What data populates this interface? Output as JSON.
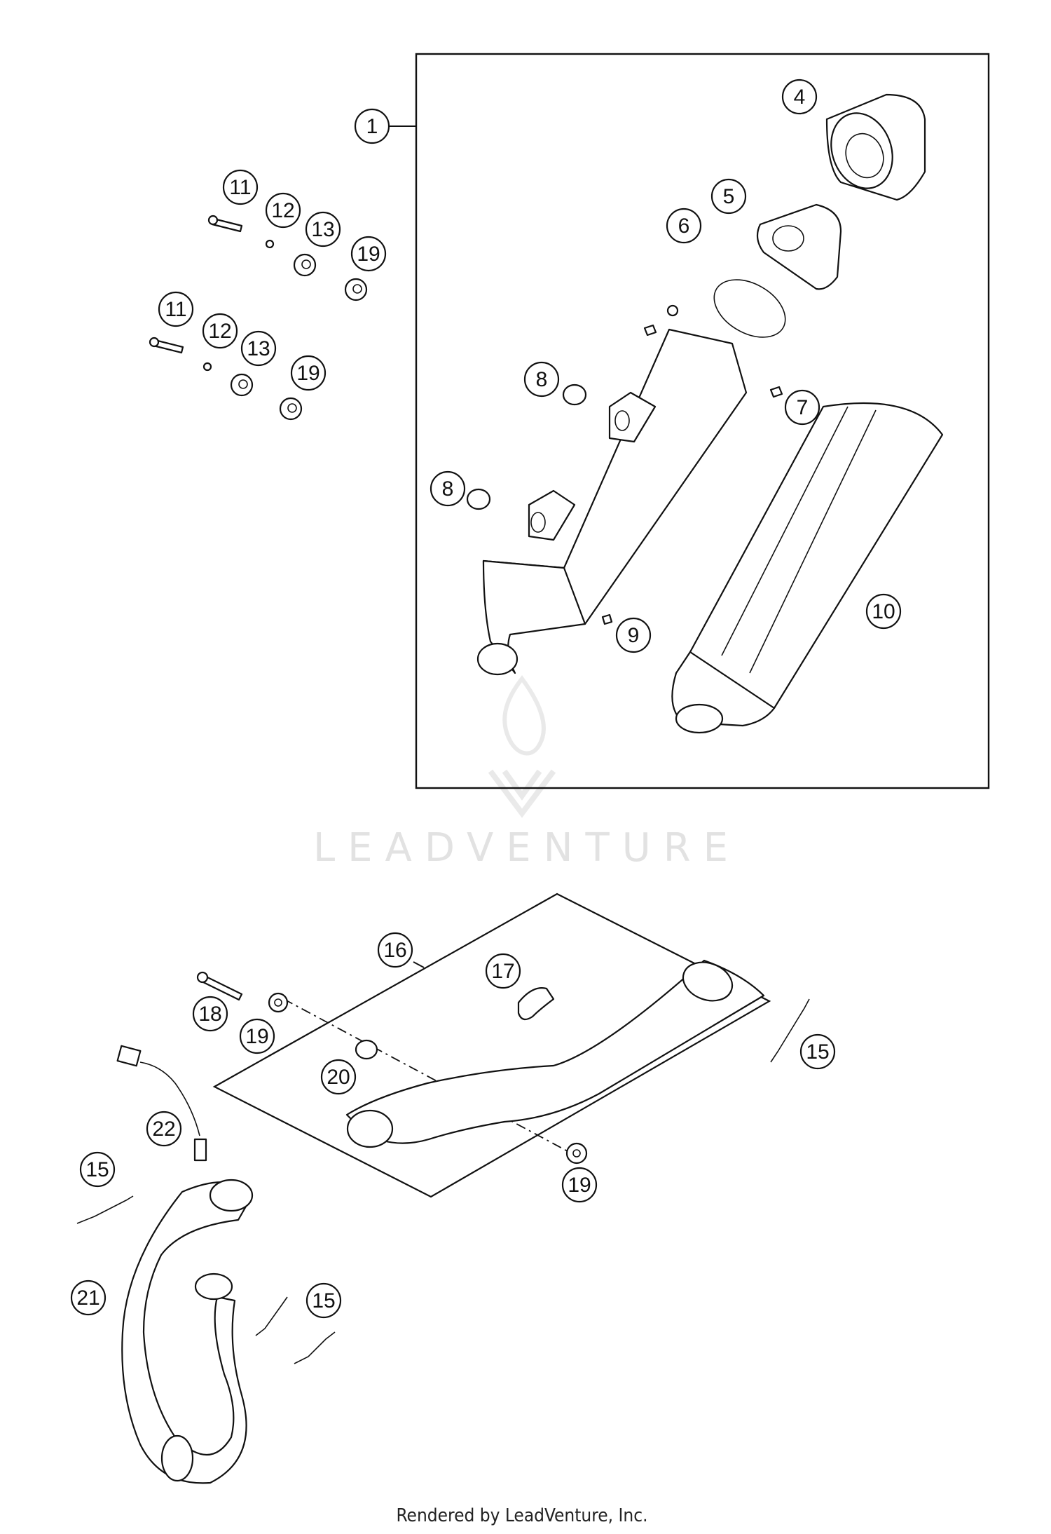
{
  "diagram": {
    "watermark": "LEADVENTURE",
    "footer": "Rendered by LeadVenture, Inc.",
    "callouts": [
      "1",
      "4",
      "5",
      "6",
      "7",
      "8",
      "8",
      "9",
      "10",
      "11",
      "12",
      "13",
      "19",
      "11",
      "12",
      "13",
      "19",
      "16",
      "17",
      "18",
      "19",
      "20",
      "15",
      "22",
      "15",
      "19",
      "21",
      "15"
    ]
  }
}
